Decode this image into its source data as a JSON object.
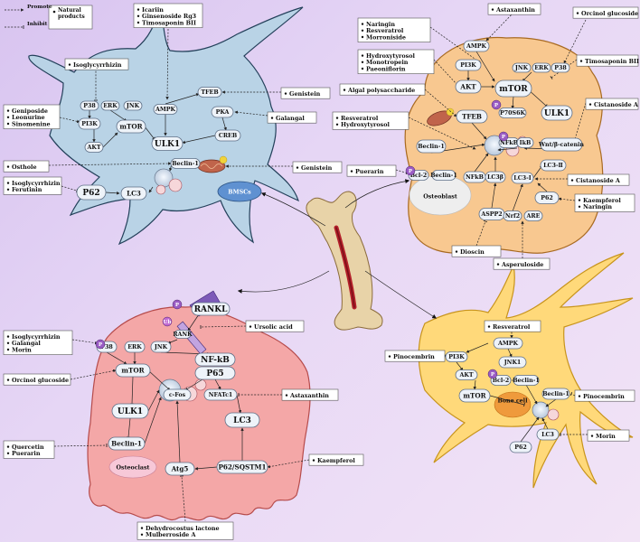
{
  "legend": {
    "promote": "Promote",
    "inhibit": "Inhibit",
    "natural": "Natural products"
  },
  "cells": {
    "bmsc": "BMSCs",
    "osteoblast": "Osteoblast",
    "osteoclast": "Osteoclast",
    "bonecell": "Bone cell"
  },
  "nodes": {
    "b_p38": "P38",
    "b_erk": "ERK",
    "b_jnk": "JNK",
    "b_ampk": "AMPK",
    "b_tfeb": "TFEB",
    "b_pi3k": "PI3K",
    "b_mtor": "mTOR",
    "b_akt": "AKT",
    "b_pka": "PKA",
    "b_creb": "CREB",
    "b_ulk1": "ULK1",
    "b_beclin": "Beclin-1",
    "b_p62": "P62",
    "b_lc3": "LC3",
    "o_ampk": "AMPK",
    "o_pi3k": "PI3K",
    "o_jnk": "JNK",
    "o_erk": "ERK",
    "o_p38": "P38",
    "o_akt": "AKT",
    "o_mtor": "mTOR",
    "o_tfeb": "TFEB",
    "o_p70": "P70S6K",
    "o_ulk1": "ULK1",
    "o_nfkb1": "NFkB",
    "o_ikb": "IkB",
    "o_wnt": "Wnt/β-catenin",
    "o_beclin": "Beclin-1",
    "o_lc3ii": "LC3-Ⅱ",
    "o_bcl2": "Bcl-2",
    "o_beclin2": "Beclin-1",
    "o_nfkb2": "NFkB",
    "o_lc3b": "LC3β",
    "o_lc3i": "LC3-I",
    "o_p62": "P62",
    "o_aspp2": "ASPP2",
    "o_nrf2": "Nrf2",
    "o_are": "ARE",
    "c_rankl": "RANKL",
    "c_rank": "RANK",
    "c_p38": "P38",
    "c_erk": "ERK",
    "c_jnk": "JNK",
    "c_mtor": "mTOR",
    "c_nfkb": "NF-kB",
    "c_p65": "P65",
    "c_cfos": "c-Fos",
    "c_nfatc1": "NFATc1",
    "c_ulk1": "ULK1",
    "c_lc3": "LC3",
    "c_beclin": "Beclin-1",
    "c_atg5": "Atg5",
    "c_p62": "P62/SQSTM1",
    "k_ampk": "AMPK",
    "k_jnk1": "JNK1",
    "k_pi3k": "PI3K",
    "k_akt": "AKT",
    "k_bcl2": "Bcl-2",
    "k_beclin": "Beclin-1",
    "k_mtor": "mTOR",
    "k_beclin2": "Beclin-1",
    "k_lc3": "LC3",
    "k_p62": "P62",
    "ub": "Ub",
    "ph": "P"
  },
  "boxes": {
    "icariin": [
      "Icariin",
      "Ginsenoside Rg3",
      "Timosaponin BII"
    ],
    "iso1": [
      "Isoglycyrrhizin"
    ],
    "geni1": [
      "Genistein"
    ],
    "genip": [
      "Geniposide",
      "Leonurine",
      "Sinomenine"
    ],
    "galangal1": [
      "Galangal"
    ],
    "osthole": [
      "Osthole"
    ],
    "iso2": [
      "Isoglycyrrhizin",
      "Ferutinin"
    ],
    "geni2": [
      "Genistein"
    ],
    "astax1": [
      "Astaxanthin"
    ],
    "orcinol1": [
      "Orcinol glucoside"
    ],
    "naringin1": [
      "Naringin",
      "Resveratrol",
      "Morroniside"
    ],
    "hydroxy1": [
      "Hydroxytyrosol",
      "Monotropein",
      "Paeoniflorin"
    ],
    "timo": [
      "Timosaponin BII"
    ],
    "algal": [
      "Algal polysaccharide"
    ],
    "resv1": [
      "Resveratrol",
      "Hydroxytyrosol"
    ],
    "cist1": [
      "Cistanoside A"
    ],
    "puerarin1": [
      "Puerarin"
    ],
    "cist2": [
      "Cistanoside A"
    ],
    "kaemp1": [
      "Kaempferol",
      "Naringin"
    ],
    "dioscin": [
      "Dioscin"
    ],
    "asper": [
      "Asperuloside"
    ],
    "iso3": [
      "Isoglycyrrhizin",
      "Galangal",
      "Morin"
    ],
    "ursolic": [
      "Ursolic acid"
    ],
    "orcinol2": [
      "Orcinol glucoside"
    ],
    "astax2": [
      "Astaxanthin"
    ],
    "quer": [
      "Quercetin",
      "Puerarin"
    ],
    "kaemp2": [
      "Kaempferol"
    ],
    "dehydro": [
      "Dehydrocostus lactone",
      "Mulberroside A"
    ],
    "resv2": [
      "Resveratrol"
    ],
    "pino1": [
      "Pinocembrin"
    ],
    "pino2": [
      "Pinocembrin"
    ],
    "morin": [
      "Morin"
    ]
  },
  "colors": {
    "bmsc": "#b9d3e6",
    "osteoblast": "#f8c890",
    "osteoclast": "#f4a7a7",
    "bonecell": "#ffd97a",
    "node": "#eef3f9",
    "phospho": "#9a5cc4",
    "background": "#e3d3f3"
  }
}
